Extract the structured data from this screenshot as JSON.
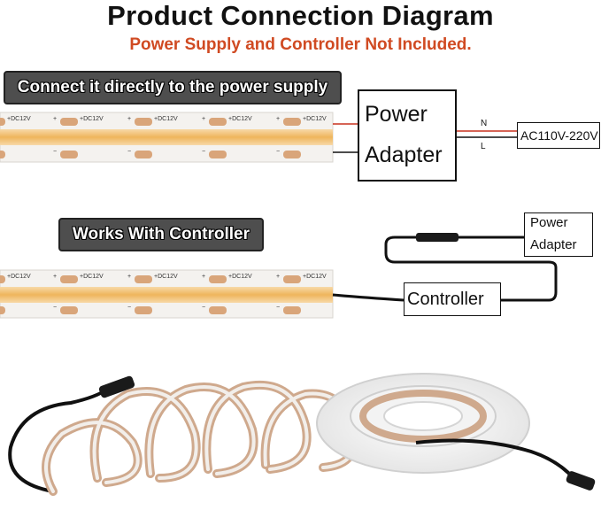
{
  "header": {
    "title": "Product Connection Diagram",
    "subtitle": "Power Supply and Controller Not Included."
  },
  "section_direct": {
    "banner": "Connect it directly to the power supply",
    "adapter_line1": "Power",
    "adapter_line2": "Adapter",
    "mains_label": "AC110V-220V",
    "wire_n": "N",
    "wire_l": "L"
  },
  "section_controller": {
    "banner": "Works With Controller",
    "controller_label": "Controller",
    "adapter_line1": "Power",
    "adapter_line2": "Adapter"
  },
  "strip": {
    "pad_label": "+DC12V",
    "plus": "+",
    "minus": "−"
  },
  "colors": {
    "title": "#111111",
    "subtitle": "#d04a22",
    "banner_bg": "#4e4e4e",
    "strip_bg": "#f4f2ef",
    "led_glow": "#f0b860",
    "copper_pad": "#d9a57a",
    "wire_red": "#c8321e",
    "wire_black": "#111111"
  }
}
